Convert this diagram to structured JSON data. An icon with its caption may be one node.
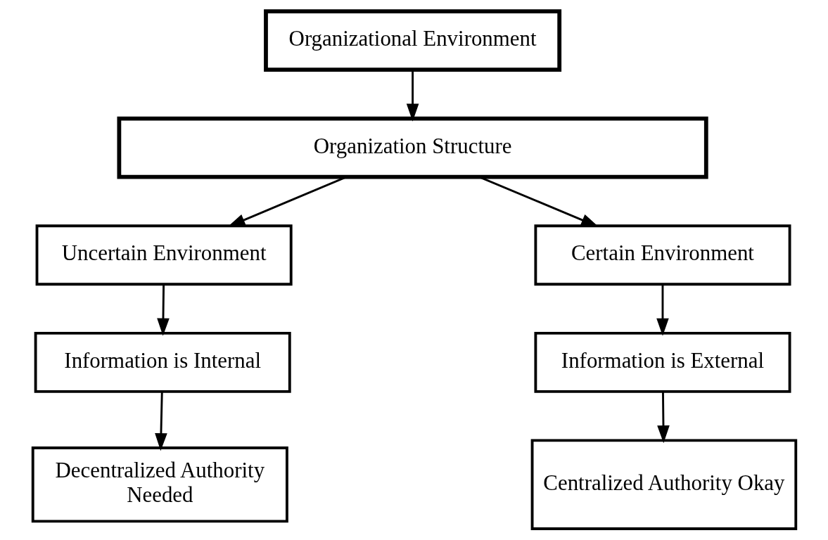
{
  "diagram": {
    "nodes": [
      {
        "text": [
          "Organizational Environment"
        ]
      },
      {
        "text": [
          "Organization Structure"
        ]
      },
      {
        "text": [
          "Uncertain Environment"
        ]
      },
      {
        "text": [
          "Certain Environment"
        ]
      },
      {
        "text": [
          "Information is Internal"
        ]
      },
      {
        "text": [
          "Information is External"
        ]
      },
      {
        "text": [
          "Decentralized Authority Needed"
        ]
      },
      {
        "text": [
          "Centralized Authority Okay"
        ]
      }
    ],
    "edges": [
      {
        "from": 0,
        "to": 1,
        "arrow": "to"
      },
      {
        "from": 1,
        "to": 2,
        "arrow": "to"
      },
      {
        "from": 1,
        "to": 3,
        "arrow": "to"
      },
      {
        "from": 2,
        "to": 4,
        "arrow": "to"
      },
      {
        "from": 3,
        "to": 5,
        "arrow": "to"
      },
      {
        "from": 4,
        "to": 6,
        "arrow": "to"
      },
      {
        "from": 5,
        "to": 7,
        "arrow": "to"
      }
    ]
  }
}
